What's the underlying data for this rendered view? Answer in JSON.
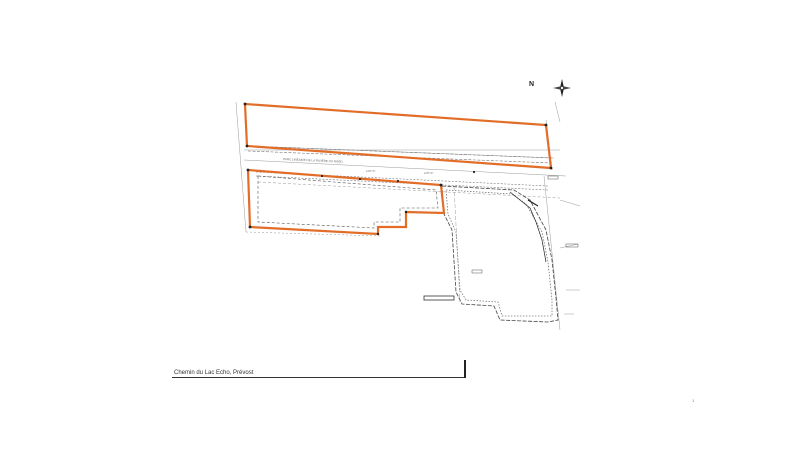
{
  "plan": {
    "caption": "Chemin du Lac Echo, Prévost",
    "north_label": "N",
    "park_label": "PARC LINÉAIRE DE LA RIVIÈRE DU NORD",
    "lot_labels": [
      "LOT P-",
      "LOT P-"
    ],
    "page_mark": "1",
    "colors": {
      "boundary": "#e26d28",
      "lines": "#555555",
      "background": "#ffffff"
    }
  }
}
